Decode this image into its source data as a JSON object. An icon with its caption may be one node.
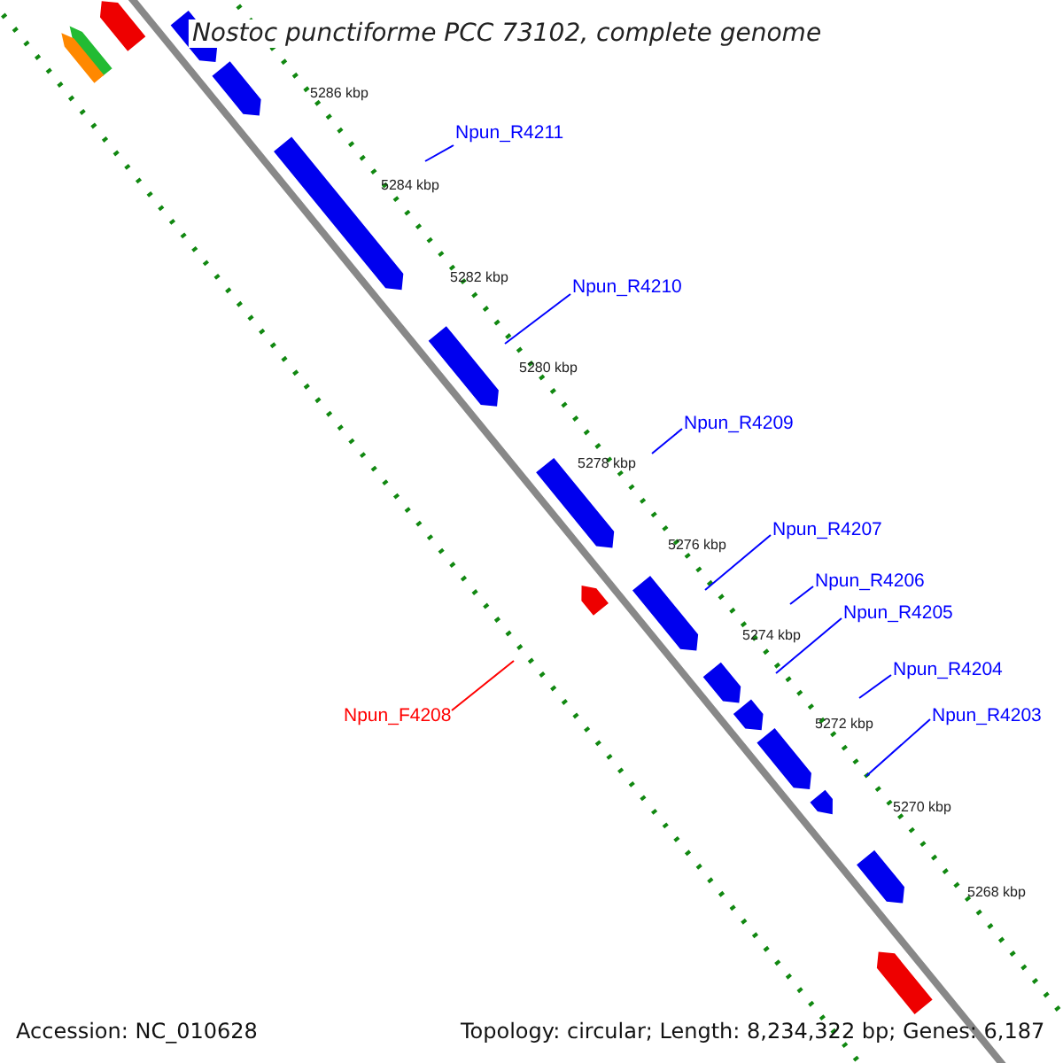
{
  "diagram": {
    "title": "Nostoc punctiforme PCC 73102, complete genome",
    "nodes": [
      {
        "text": [
          "Npun_R4211"
        ]
      },
      {
        "text": [
          "Npun_R4210"
        ]
      },
      {
        "text": [
          "Npun_R4209"
        ]
      },
      {
        "text": [
          "Npun_R4207"
        ]
      },
      {
        "text": [
          "Npun_R4206"
        ]
      },
      {
        "text": [
          "Npun_R4205"
        ]
      },
      {
        "text": [
          "Npun_R4204"
        ]
      },
      {
        "text": [
          "Npun_F4208"
        ]
      },
      {
        "text": [
          "Npun_R4203"
        ]
      }
    ],
    "edges": [
      {
        "from": 0,
        "to": null,
        "arrow": "none"
      },
      {
        "from": 1,
        "to": null,
        "arrow": "none"
      },
      {
        "from": 2,
        "to": null,
        "arrow": "none"
      },
      {
        "from": 3,
        "to": null,
        "arrow": "none"
      },
      {
        "from": 4,
        "to": null,
        "arrow": "none"
      },
      {
        "from": 5,
        "to": null,
        "arrow": "none"
      },
      {
        "from": 6,
        "to": null,
        "arrow": "none"
      },
      {
        "from": 7,
        "to": null,
        "arrow": "none",
        "color": "#ff0000"
      },
      {
        "from": 8,
        "to": null,
        "arrow": "none"
      }
    ],
    "labels": [
      "5286 kbp",
      "5284 kbp",
      "5282 kbp",
      "5280 kbp",
      "5278 kbp",
      "5276 kbp",
      "5274 kbp",
      "5272 kbp",
      "5270 kbp",
      "5268 kbp",
      "Accession: NC_010628",
      "Topology: circular; Length: 8,234,322 bp; Genes: 6,187"
    ]
  }
}
